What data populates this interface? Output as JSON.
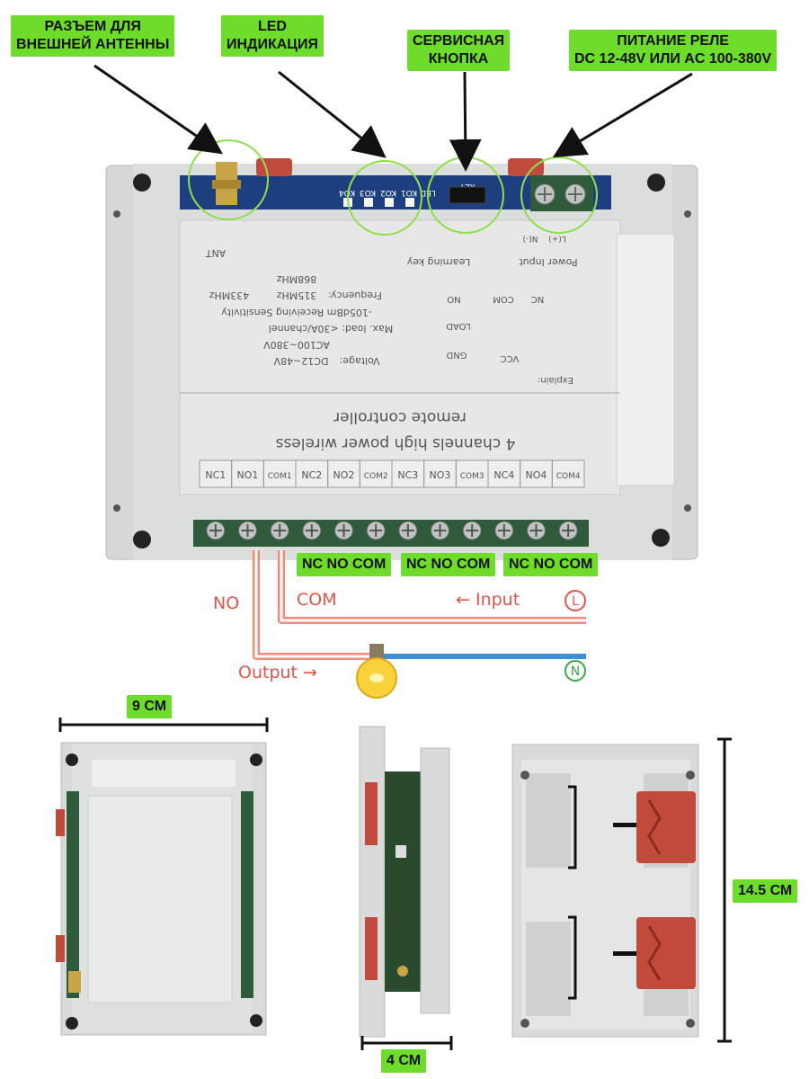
{
  "callouts": {
    "antenna_line1": "РАЗЪЕМ ДЛЯ",
    "antenna_line2": "ВНЕШНЕЙ АНТЕННЫ",
    "led_line1": "LED",
    "led_line2": "ИНДИКАЦИЯ",
    "service_line1": "СЕРВИСНАЯ",
    "service_line2": "КНОПКА",
    "power_line1": "ПИТАНИЕ РЕЛЕ",
    "power_line2": "DC 12-48V ИЛИ AC 100-380V"
  },
  "board": {
    "led_labels": [
      "KO4",
      "KO3",
      "KO2",
      "KO1",
      "LED"
    ],
    "learn_key": "KEY",
    "ant": "ANT",
    "power_input": "Power Input",
    "power_n": "N(-)",
    "power_l": "L(+)",
    "learning_key": "Learning key",
    "spec_frequency": "Frequency:",
    "spec_freq_868": "868MHz",
    "spec_freq_315": "315MHz",
    "spec_freq_433": "433MHz",
    "spec_sensitivity": "-105dBm Receiving Sensitivity",
    "spec_maxload": "Max. load: <30A/channel",
    "spec_ac": "AC100~380V",
    "spec_voltage": "Voltage:",
    "spec_dc": "DC12~48V",
    "diag_no": "NO",
    "diag_com": "COM",
    "diag_nc": "NC",
    "diag_load": "LOAD",
    "diag_gnd": "GND",
    "diag_vcc": "VCC",
    "explain": "Explain:",
    "title_line1": "4 channels high power wireless",
    "title_line2": "remote controller",
    "terminals": [
      "NC1",
      "NO1",
      "COM1",
      "NC2",
      "NO2",
      "COM2",
      "NC3",
      "NO3",
      "COM3",
      "NC4",
      "NO4",
      "COM4"
    ]
  },
  "groups": [
    "NC NO COM",
    "NC NO COM",
    "NC NO COM"
  ],
  "wiring": {
    "no": "NO",
    "com": "COM",
    "input": "← Input",
    "output": "Output →",
    "l_symbol": "L",
    "n_symbol": "N",
    "colors": {
      "live": "#f08a7a",
      "neutral": "#3d8fd6",
      "l_color": "#e0554a",
      "n_color": "#3aa847"
    }
  },
  "dimensions": {
    "width": "9 СМ",
    "depth": "4 СМ",
    "height": "14.5 СМ"
  },
  "colors": {
    "label_bg": "#6edc2a",
    "case": "#d4d6d5",
    "terminal": "#2f5a3c"
  }
}
